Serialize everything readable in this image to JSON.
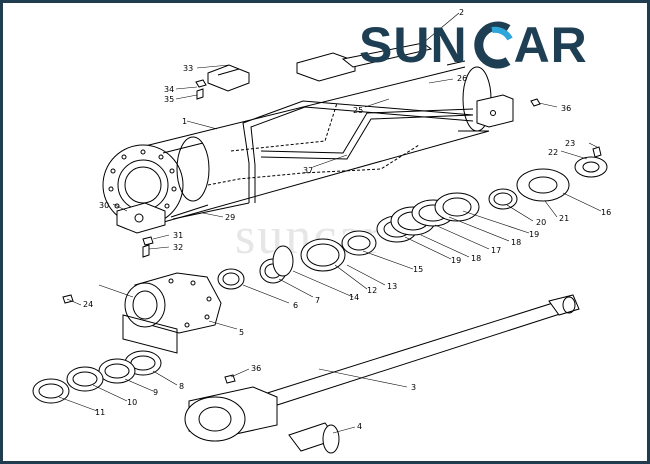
{
  "brand": {
    "logo_part1": "SUN",
    "logo_part2": "AR",
    "watermark": "suncar",
    "colors": {
      "primary": "#1d3e53",
      "accent": "#2ea6d9",
      "frame": "#1f3d4f"
    }
  },
  "callouts": [
    {
      "id": "c1",
      "text": "1"
    },
    {
      "id": "c2",
      "text": "2"
    },
    {
      "id": "c3",
      "text": "3"
    },
    {
      "id": "c4",
      "text": "4"
    },
    {
      "id": "c5",
      "text": "5"
    },
    {
      "id": "c6",
      "text": "6"
    },
    {
      "id": "c7",
      "text": "7"
    },
    {
      "id": "c8",
      "text": "8"
    },
    {
      "id": "c9",
      "text": "9"
    },
    {
      "id": "c10",
      "text": "10"
    },
    {
      "id": "c11",
      "text": "11"
    },
    {
      "id": "c12",
      "text": "12"
    },
    {
      "id": "c13",
      "text": "13"
    },
    {
      "id": "c14",
      "text": "14"
    },
    {
      "id": "c15",
      "text": "15"
    },
    {
      "id": "c16",
      "text": "16"
    },
    {
      "id": "c17",
      "text": "17"
    },
    {
      "id": "c18a",
      "text": "18"
    },
    {
      "id": "c18b",
      "text": "18"
    },
    {
      "id": "c19a",
      "text": "19"
    },
    {
      "id": "c19b",
      "text": "19"
    },
    {
      "id": "c20",
      "text": "20"
    },
    {
      "id": "c21",
      "text": "21"
    },
    {
      "id": "c22",
      "text": "22"
    },
    {
      "id": "c23",
      "text": "23"
    },
    {
      "id": "c24",
      "text": "24"
    },
    {
      "id": "c25",
      "text": "25"
    },
    {
      "id": "c26",
      "text": "26"
    },
    {
      "id": "c29",
      "text": "29"
    },
    {
      "id": "c30",
      "text": "30"
    },
    {
      "id": "c31",
      "text": "31"
    },
    {
      "id": "c32",
      "text": "32"
    },
    {
      "id": "c33",
      "text": "33"
    },
    {
      "id": "c34",
      "text": "34"
    },
    {
      "id": "c35",
      "text": "35"
    },
    {
      "id": "c36a",
      "text": "36"
    },
    {
      "id": "c36b",
      "text": "36"
    },
    {
      "id": "c37",
      "text": "37"
    }
  ]
}
